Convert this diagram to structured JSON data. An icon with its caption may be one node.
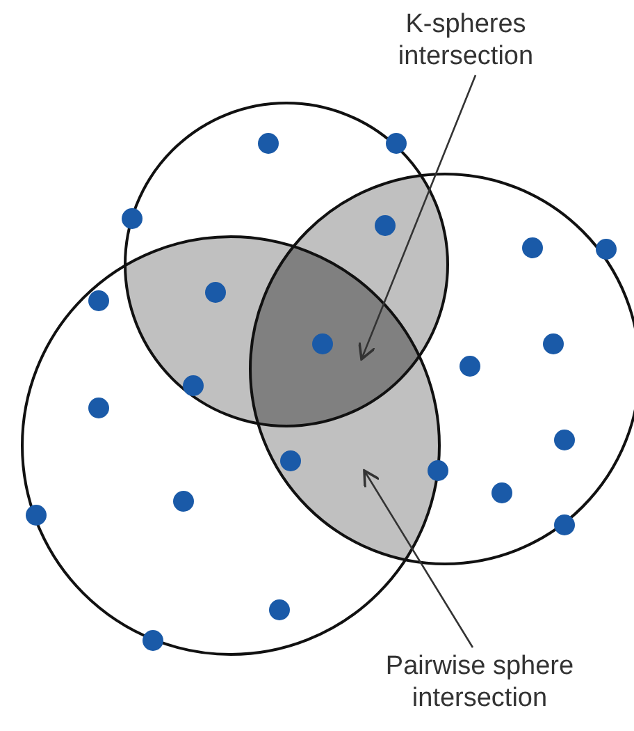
{
  "diagram": {
    "nodes": [
      {
        "text": [
          "K-spheres intersection"
        ]
      },
      {
        "text": [
          "Pairwise sphere intersection"
        ]
      }
    ],
    "edges": [
      {
        "from": 0,
        "to": null,
        "arrow": "to"
      },
      {
        "from": 1,
        "to": null,
        "arrow": "to"
      }
    ]
  }
}
